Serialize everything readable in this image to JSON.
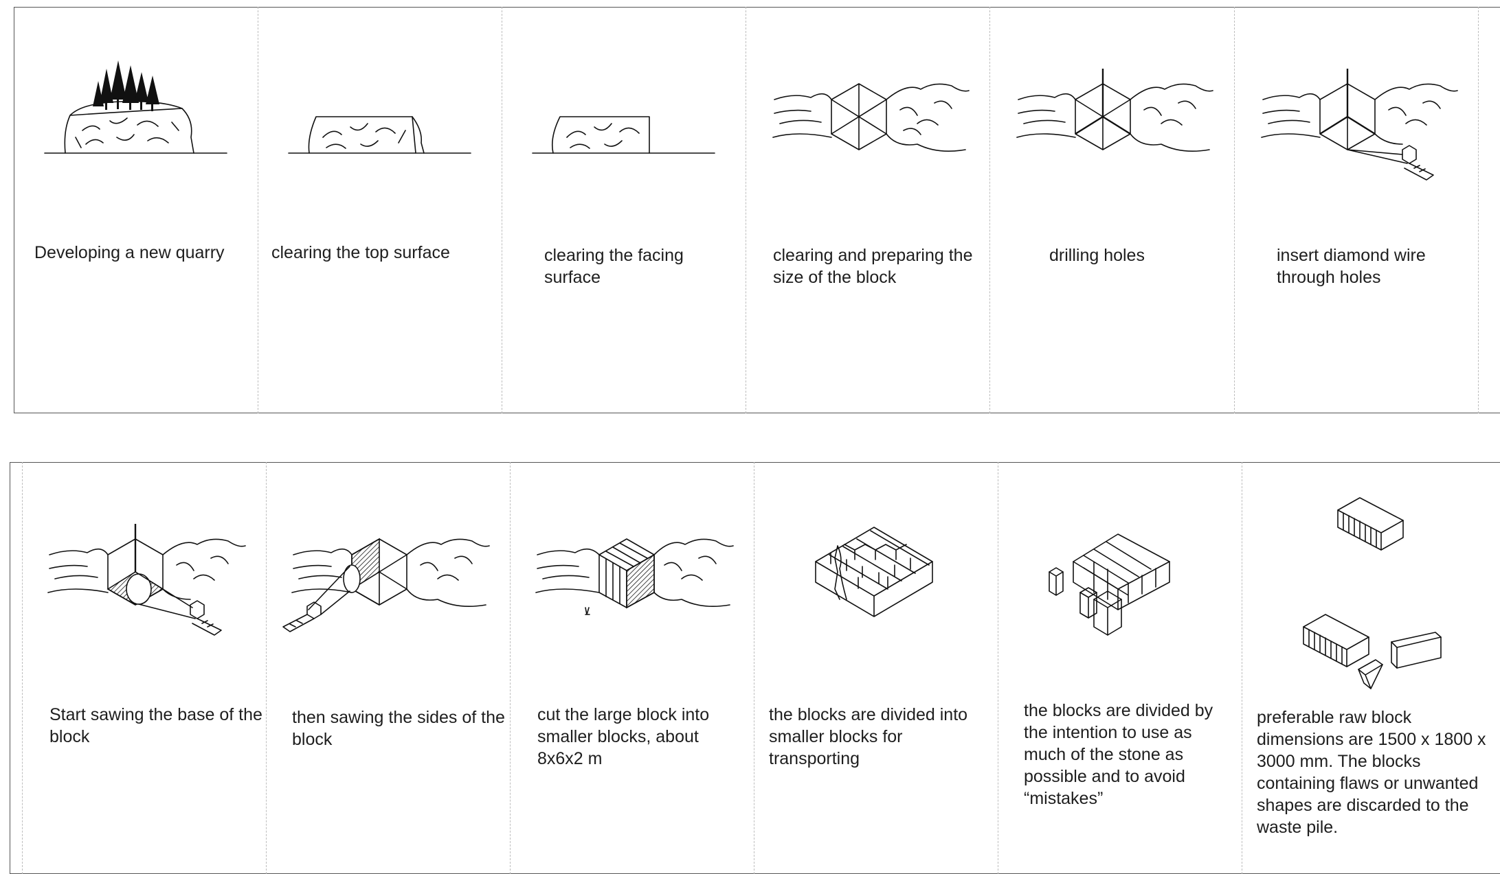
{
  "row1": [
    {
      "caption": "Developing a new quarry"
    },
    {
      "caption": "clearing the top surface"
    },
    {
      "caption": "clearing the facing surface"
    },
    {
      "caption": "clearing and preparing the size of the block"
    },
    {
      "caption": "drilling holes"
    },
    {
      "caption": "insert diamond wire through holes"
    }
  ],
  "row2": [
    {
      "caption": "Start sawing the base of the block"
    },
    {
      "caption": "then sawing the sides of the block"
    },
    {
      "caption": "cut the large block into smaller blocks, about 8x6x2 m"
    },
    {
      "caption": "the blocks are divided into smaller blocks for transporting"
    },
    {
      "caption": "the blocks are divided by the intention to use as much of the stone as possible and to avoid “mistakes”"
    },
    {
      "caption": "preferable raw block dimensions are 1500 x 1800 x 3000 mm. The blocks containing flaws or unwanted shapes are discarded to the waste pile."
    }
  ],
  "colors": {
    "line": "#111111",
    "divider": "#bdbdbd",
    "frame": "#555555"
  }
}
